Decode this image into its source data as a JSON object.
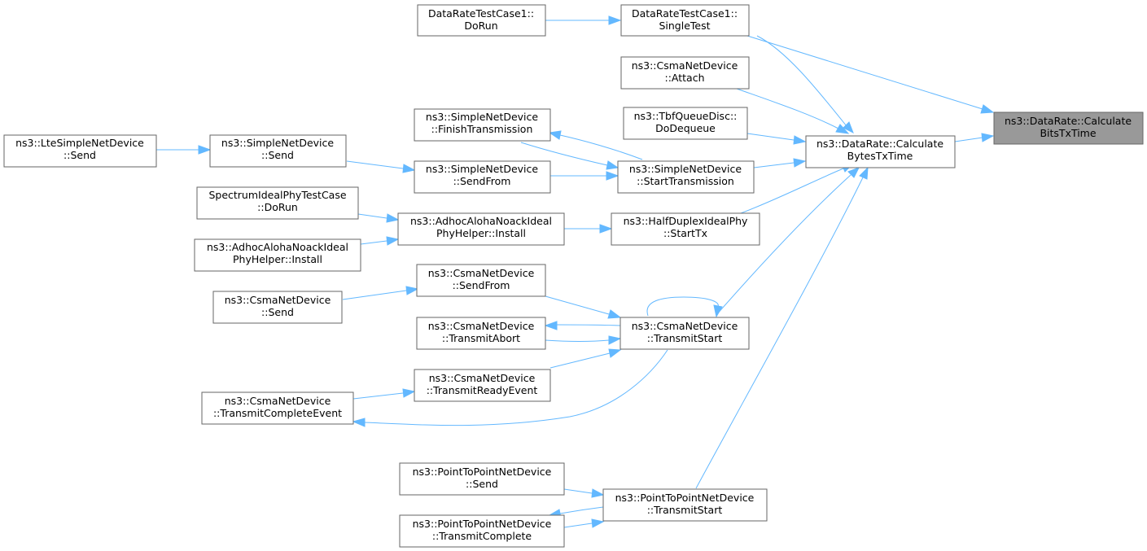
{
  "graph": {
    "colors": {
      "edge": "#63b8ff",
      "focus_fill": "#999999",
      "node_border": "#666666",
      "node_fill": "#ffffff"
    },
    "nodes": {
      "n0": {
        "line1": "ns3::DataRate::Calculate",
        "line2": "BitsTxTime",
        "focus": true
      },
      "n1": {
        "line1": "ns3::DataRate::Calculate",
        "line2": "BytesTxTime"
      },
      "n2": {
        "line1": "DataRateTestCase1::",
        "line2": "SingleTest"
      },
      "n3": {
        "line1": "DataRateTestCase1::",
        "line2": "DoRun"
      },
      "n4": {
        "line1": "ns3::CsmaNetDevice",
        "line2": "::Attach"
      },
      "n5": {
        "line1": "ns3::TbfQueueDisc::",
        "line2": "DoDequeue"
      },
      "n6": {
        "line1": "ns3::SimpleNetDevice",
        "line2": "::StartTransmission"
      },
      "n7": {
        "line1": "ns3::SimpleNetDevice",
        "line2": "::FinishTransmission"
      },
      "n8": {
        "line1": "ns3::SimpleNetDevice",
        "line2": "::SendFrom"
      },
      "n9": {
        "line1": "ns3::SimpleNetDevice",
        "line2": "::Send"
      },
      "n10": {
        "line1": "ns3::LteSimpleNetDevice",
        "line2": "::Send"
      },
      "n11": {
        "line1": "ns3::HalfDuplexIdealPhy",
        "line2": "::StartTx"
      },
      "n12": {
        "line1": "ns3::AdhocAlohaNoackIdeal",
        "line2": "PhyHelper::Install"
      },
      "n13": {
        "line1": "SpectrumIdealPhyTestCase",
        "line2": "::DoRun"
      },
      "n14": {
        "line1": "ns3::AdhocAlohaNoackIdeal",
        "line2": "PhyHelper::Install"
      },
      "n15": {
        "line1": "ns3::CsmaNetDevice",
        "line2": "::TransmitStart"
      },
      "n16": {
        "line1": "ns3::CsmaNetDevice",
        "line2": "::SendFrom"
      },
      "n17": {
        "line1": "ns3::CsmaNetDevice",
        "line2": "::Send"
      },
      "n18": {
        "line1": "ns3::CsmaNetDevice",
        "line2": "::TransmitAbort"
      },
      "n19": {
        "line1": "ns3::CsmaNetDevice",
        "line2": "::TransmitReadyEvent"
      },
      "n20": {
        "line1": "ns3::CsmaNetDevice",
        "line2": "::TransmitCompleteEvent"
      },
      "n21": {
        "line1": "ns3::PointToPointNetDevice",
        "line2": "::TransmitStart"
      },
      "n22": {
        "line1": "ns3::PointToPointNetDevice",
        "line2": "::Send"
      },
      "n23": {
        "line1": "ns3::PointToPointNetDevice",
        "line2": "::TransmitComplete"
      }
    }
  }
}
